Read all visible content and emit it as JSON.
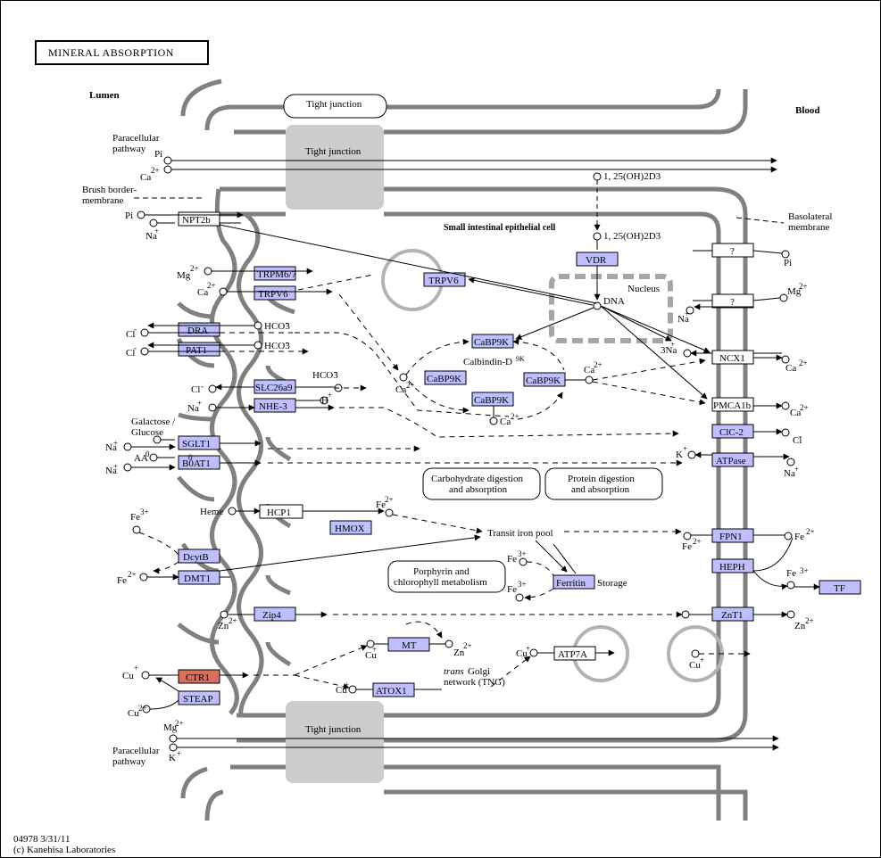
{
  "title": "MINERAL ABSORPTION",
  "regions": {
    "lumen": "Lumen",
    "blood": "Blood",
    "cell": "Small intestinal epithelial cell",
    "nucleus": "Nucleus",
    "brush_border": "Brush border-\nmembrane",
    "basolateral": "Basolateral\nmembrane",
    "paracellular_top": "Paracellular\npathway",
    "paracellular_bottom": "Paracellular\npathway"
  },
  "tight_junction": {
    "label_top": "Tight junction",
    "box_top": "Tight junction",
    "box_bottom": "Tight junction"
  },
  "footer": {
    "id": "04978 3/31/11",
    "copyright": "(c) Kanehisa Laboratories"
  },
  "genes": {
    "NPT2b": "NPT2b",
    "TRPM6_7": "TRPM6/7",
    "TRPV6_apical": "TRPV6",
    "TRPV6_cell": "TRPV6",
    "DRA": "DRA",
    "PAT1": "PAT1",
    "SLC26a9": "SLC26a9",
    "NHE3": "NHE-3",
    "SGLT1": "SGLT1",
    "B0AT1": "B0AT1",
    "HCP1": "HCP1",
    "HMOX": "HMOX",
    "DcytB": "DcytB",
    "DMT1": "DMT1",
    "Zip4": "Zip4",
    "CTR1": "CTR1",
    "STEAP": "STEAP",
    "MT": "MT",
    "ATOX1": "ATOX1",
    "ATP7A": "ATP7A",
    "Ferritin": "Ferritin",
    "VDR": "VDR",
    "CaBP9K_a": "CaBP9K",
    "CaBP9K_b": "CaBP9K",
    "CaBP9K_c": "CaBP9K",
    "CaBP9K_d": "CaBP9K",
    "q1": "?",
    "q2": "?",
    "NCX1": "NCX1",
    "PMCA1b": "PMCA1b",
    "CIC2": "ClC-2",
    "ATPase": "ATPase",
    "FPN1": "FPN1",
    "HEPH": "HEPH",
    "TF": "TF",
    "ZnT1": "ZnT1"
  },
  "maps": {
    "carb": "Carbohydrate digestion\nand absorption",
    "protein": "Protein digestion\nand absorption",
    "porphyrin": "Porphyrin and\nchlorophyll metabolism"
  },
  "labels": {
    "Pi_top": "Pi",
    "Ca_top": "Ca",
    "Pi_npt": "Pi",
    "Na_npt": "Na",
    "vitd_top": "1, 25(OH)2D3",
    "vitd_mid": "1, 25(OH)2D3",
    "DNA": "DNA",
    "Mg_trpm": "Mg",
    "Ca_trpv": "Ca",
    "Cl_dra": "Cl",
    "Cl_pat": "Cl",
    "HCO3_dra": "HCO3",
    "HCO3_pat": "HCO3",
    "HCO3_slc": "HCO3",
    "Cl_slc": "Cl",
    "Na_nhe": "Na",
    "H_nhe": "H",
    "galactose": "Galactose /\nGlucose",
    "Na_sglt": "Na",
    "AA": "AA",
    "Na_b0": "Na",
    "calbindin": "Calbindin-D",
    "Ca_cab_left": "Ca",
    "Ca_cab_bottom": "Ca",
    "Ca_cab_right": "Ca",
    "Na3_ncx": "3Na",
    "K_atp": "K",
    "Pi_right": "Pi",
    "Mg_right": "Mg",
    "Na_q2": "Na",
    "Ca_ncx": "Ca",
    "Ca_pmca": "Ca",
    "Cl_cic": "Cl",
    "Na_atp": "Na",
    "heme": "Heme",
    "Fe_hcp": "Fe",
    "Fe3_left": "Fe",
    "Fe2_left": "Fe",
    "transit": "Transit iron pool",
    "Fe3_ferritin": "Fe",
    "Fe2_ferritin": "Fe",
    "storage": "Storage",
    "Fe2_fpn": "Fe",
    "Fe2_out": "Fe",
    "Fe3_out": "Fe",
    "Zn_left": "Zn",
    "Zn_mt": "Zn",
    "Zn_right": "Zn",
    "Cu_left": "Cu",
    "Cu_steap": "Cu",
    "Cu_mt": "Cu",
    "Cu_atox": "Cu",
    "Cu_atp7a": "Cu",
    "Cu_right": "Cu",
    "golgi_a": "trans",
    "golgi_b": "Golgi",
    "golgi_c": "network (TNG)",
    "Mg_bottom": "Mg",
    "K_bottom": "K"
  },
  "colors": {
    "gene_fill": "#bfbfff",
    "gene_highlight": "#d96f5c",
    "membrane": "#808080",
    "tight_junction": "#cccccc"
  }
}
